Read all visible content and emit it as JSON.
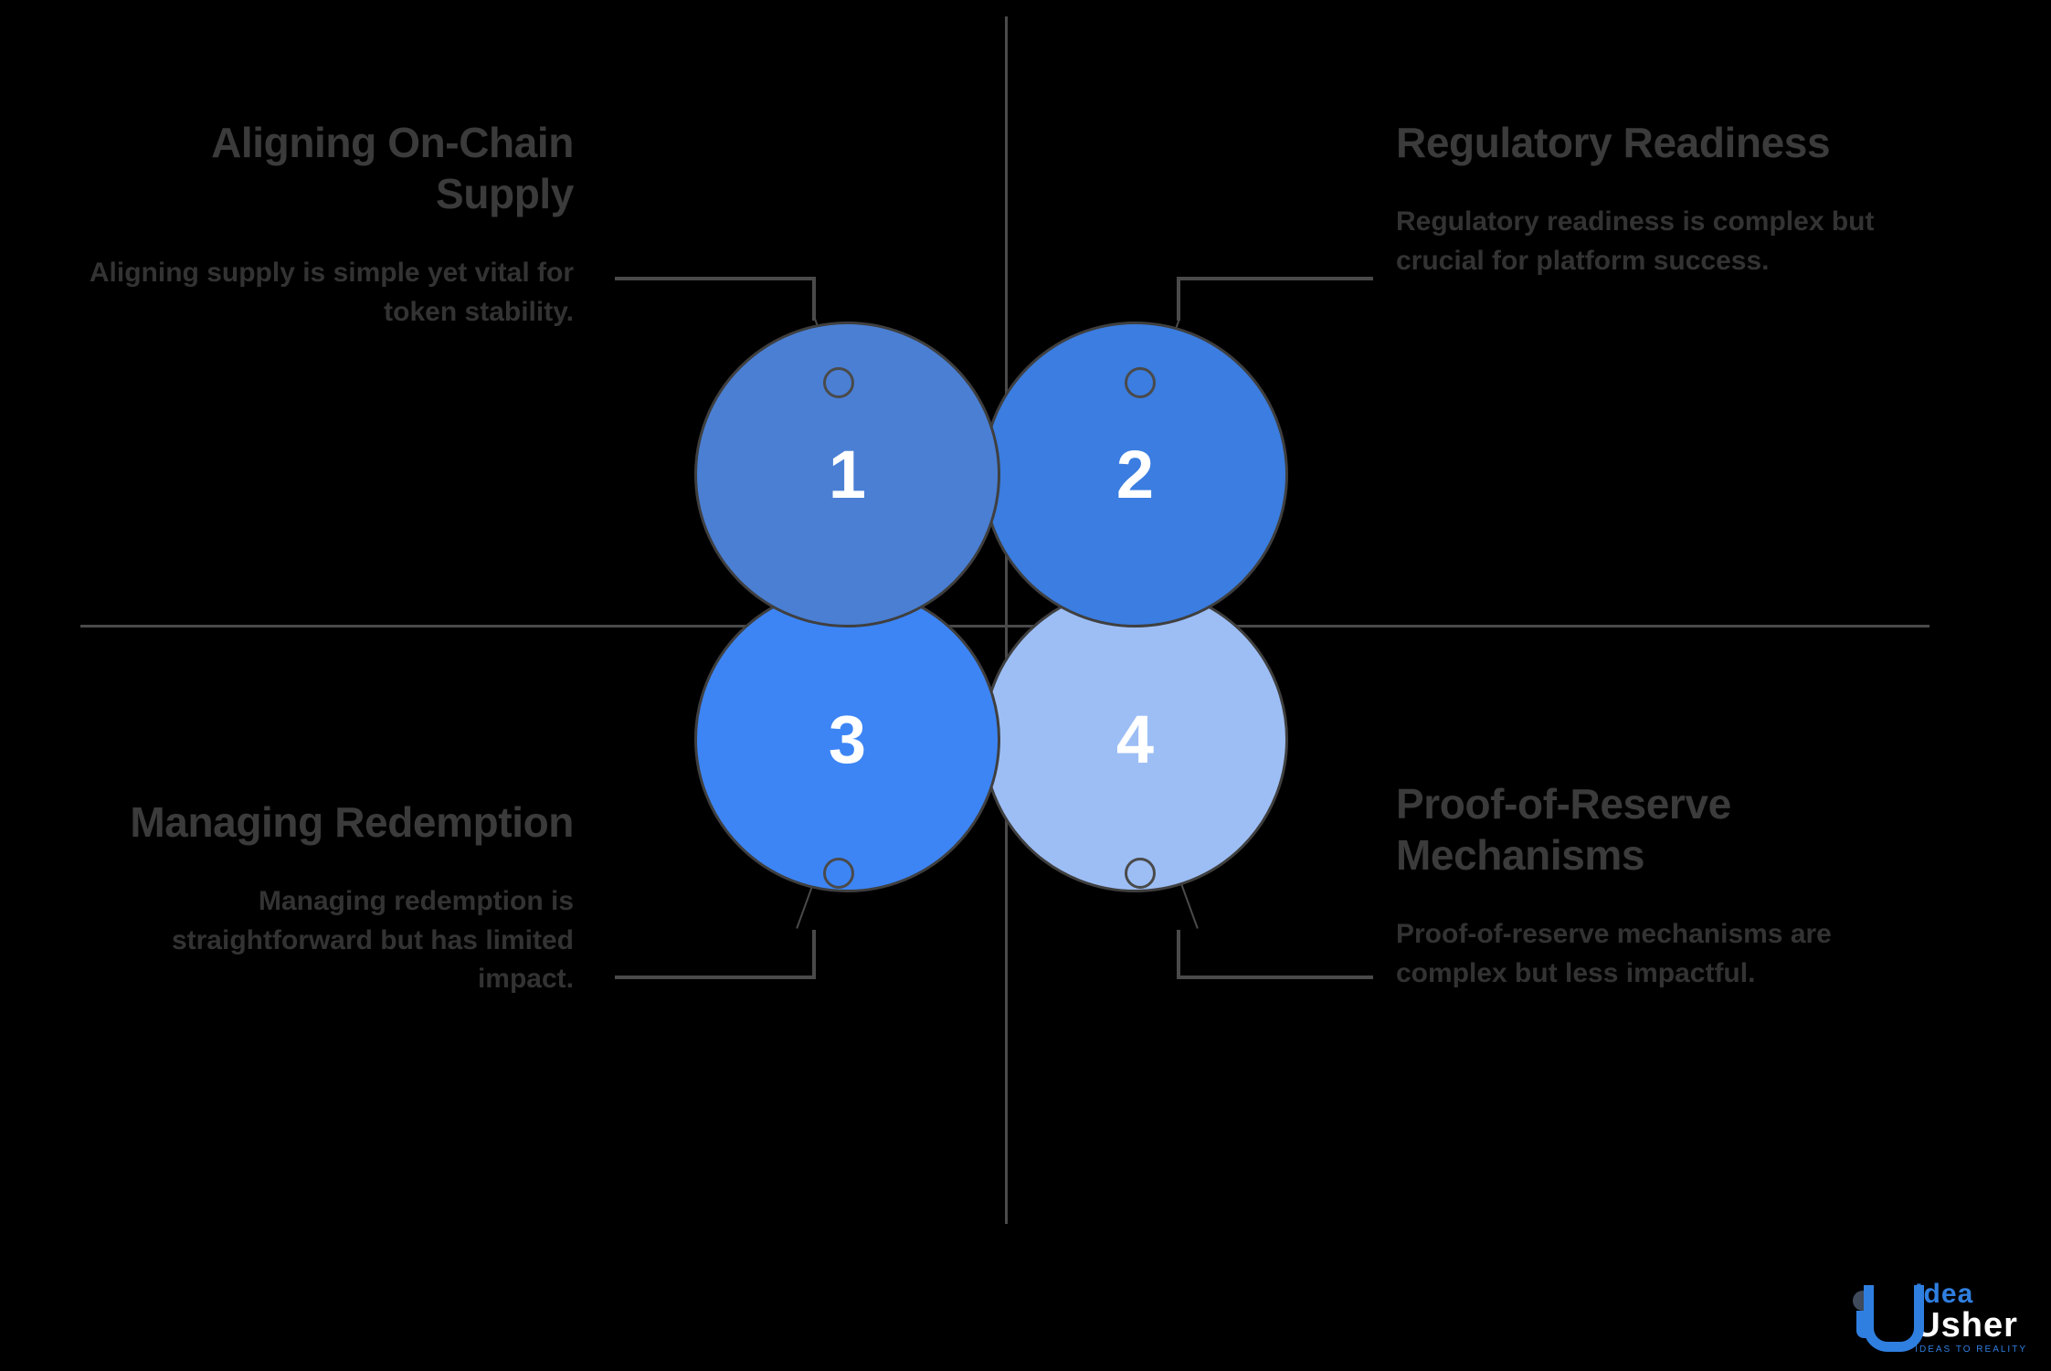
{
  "theme": {
    "background": "#000000",
    "line_color": "#4a4a4a",
    "title_color": "#3b3b3b",
    "body_color": "#333333",
    "number_color": "#ffffff"
  },
  "diagram": {
    "type": "2x2-venn-quadrant",
    "circles": [
      {
        "number": "1",
        "color": "#4a7fd4",
        "position": "top-left"
      },
      {
        "number": "2",
        "color": "#3b7de0",
        "position": "top-right"
      },
      {
        "number": "3",
        "color": "#3d85f5",
        "position": "bottom-left"
      },
      {
        "number": "4",
        "color": "#9dbef5",
        "position": "bottom-right"
      }
    ]
  },
  "quadrants": [
    {
      "id": "top-left",
      "title": "Aligning On-Chain Supply",
      "body": "Aligning supply is simple yet vital for token stability."
    },
    {
      "id": "top-right",
      "title": "Regulatory Readiness",
      "body": "Regulatory readiness is complex but crucial for platform success."
    },
    {
      "id": "bottom-left",
      "title": "Managing Redemption",
      "body": "Managing redemption is straightforward but has limited impact."
    },
    {
      "id": "bottom-right",
      "title": "Proof-of-Reserve Mechanisms",
      "body": "Proof-of-reserve mechanisms are complex but less impactful."
    }
  ],
  "logo": {
    "idea": "Idea",
    "usher": "Usher",
    "tagline": "IDEAS TO REALITY"
  }
}
